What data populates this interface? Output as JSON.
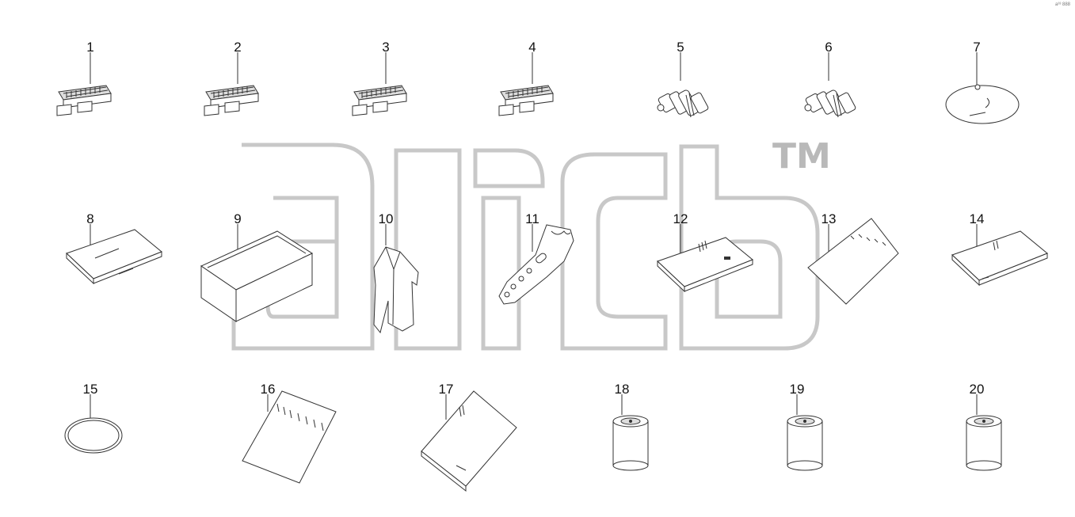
{
  "corner_mark": "a³³ 888",
  "watermark": {
    "tm": "TM"
  },
  "parts": [
    {
      "number": "1",
      "icon": "fuse-icon"
    },
    {
      "number": "2",
      "icon": "fuse-icon"
    },
    {
      "number": "3",
      "icon": "fuse-icon"
    },
    {
      "number": "4",
      "icon": "fuse-icon"
    },
    {
      "number": "5",
      "icon": "valve-icon"
    },
    {
      "number": "6",
      "icon": "valve-icon"
    },
    {
      "number": "7",
      "icon": "disc-icon"
    },
    {
      "number": "8",
      "icon": "manual-icon"
    },
    {
      "number": "9",
      "icon": "box-icon"
    },
    {
      "number": "10",
      "icon": "coat-icon"
    },
    {
      "number": "11",
      "icon": "key-fob-icon"
    },
    {
      "number": "12",
      "icon": "manual-icon"
    },
    {
      "number": "13",
      "icon": "certificate-icon"
    },
    {
      "number": "14",
      "icon": "manual-icon"
    },
    {
      "number": "15",
      "icon": "seal-ring-icon"
    },
    {
      "number": "16",
      "icon": "booklet-icon"
    },
    {
      "number": "17",
      "icon": "manual-icon"
    },
    {
      "number": "18",
      "icon": "filter-icon"
    },
    {
      "number": "19",
      "icon": "filter-icon"
    },
    {
      "number": "20",
      "icon": "filter-icon"
    }
  ]
}
